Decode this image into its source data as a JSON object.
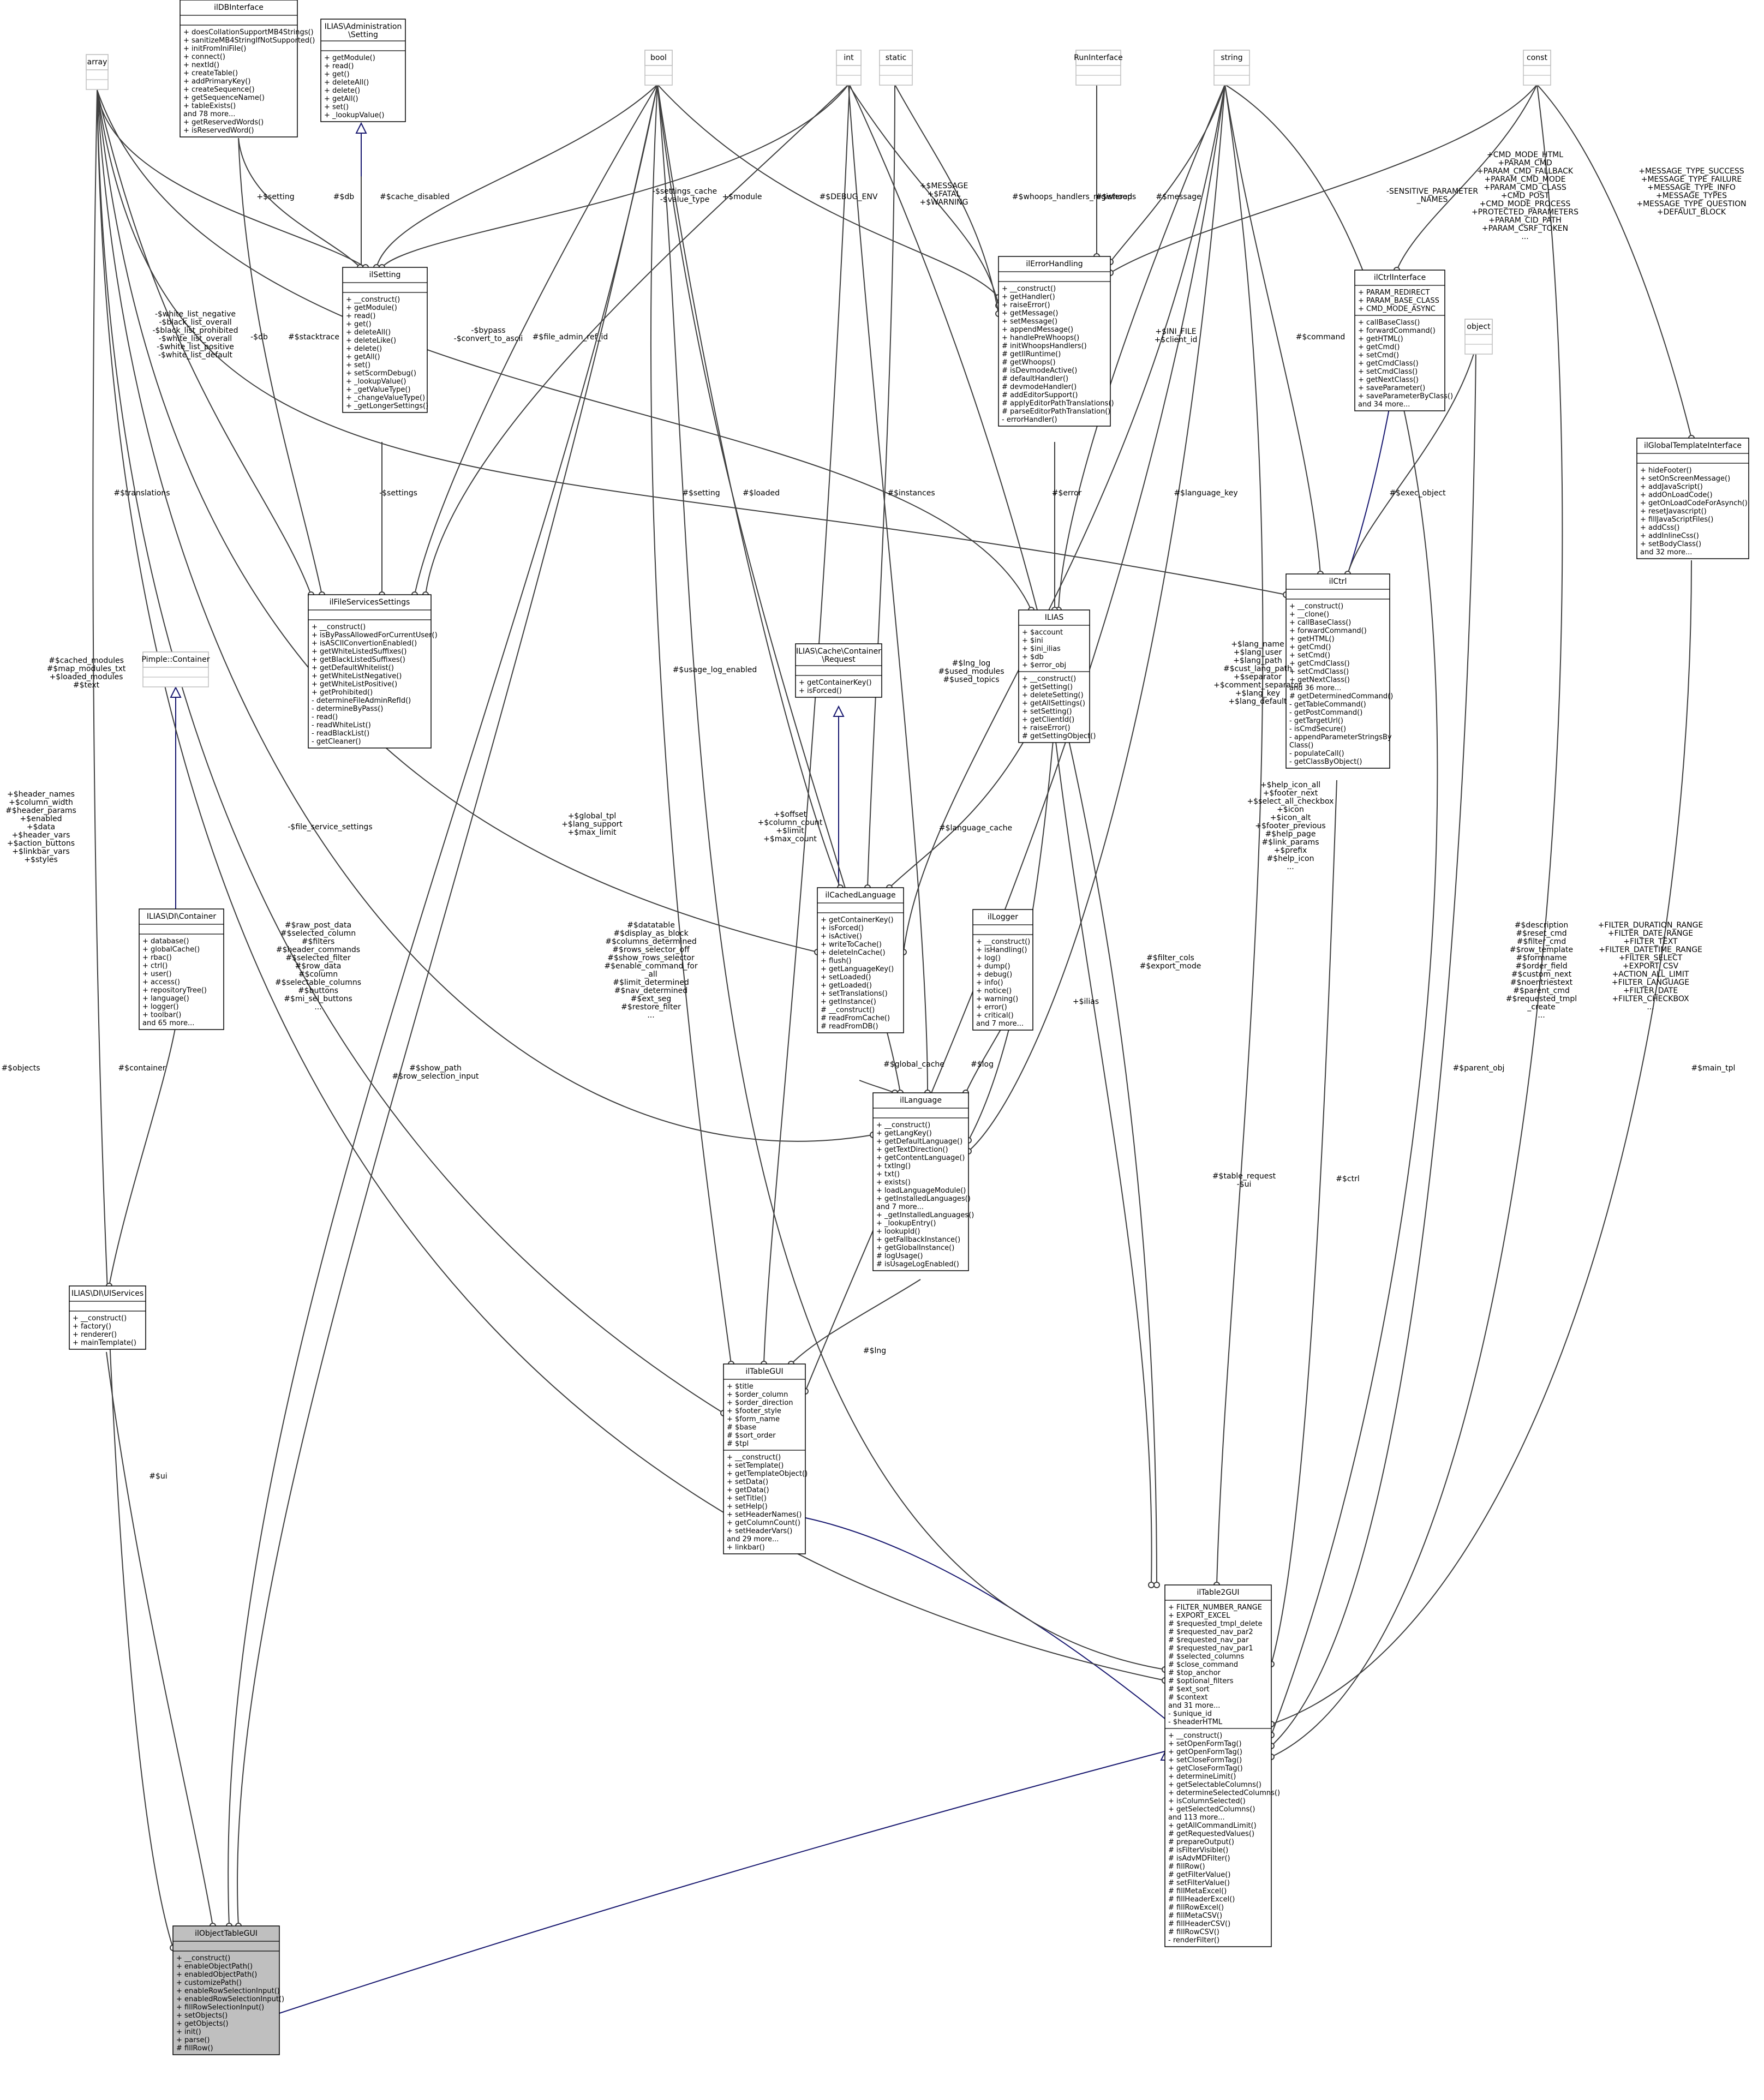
{
  "classes": {
    "array": {
      "name": "array",
      "attrs": [],
      "methods": []
    },
    "ilDBInterface": {
      "name": "ilDBInterface",
      "attrs": [],
      "methods": [
        "+ doesCollationSupportMB4Strings()",
        "+ sanitizeMB4StringIfNotSupported()",
        "+ initFromIniFile()",
        "+ connect()",
        "+ nextId()",
        "+ createTable()",
        "+ addPrimaryKey()",
        "+ createSequence()",
        "+ getSequenceName()",
        "+ tableExists()",
        "and 78 more...",
        "+ getReservedWords()",
        "+ isReservedWord()"
      ]
    },
    "ILIAS_Administration_Setting": {
      "name": "ILIAS\\Administration\\Setting",
      "attrs": [],
      "methods": [
        "+ getModule()",
        "+ read()",
        "+ get()",
        "+ deleteAll()",
        "+ delete()",
        "+ getAll()",
        "+ set()",
        "+ _lookupValue()"
      ]
    },
    "bool": {
      "name": "bool",
      "attrs": [],
      "methods": []
    },
    "int": {
      "name": "int",
      "attrs": [],
      "methods": []
    },
    "static": {
      "name": "static",
      "attrs": [],
      "methods": []
    },
    "RunInterface": {
      "name": "RunInterface",
      "attrs": [],
      "methods": []
    },
    "string": {
      "name": "string",
      "attrs": [],
      "methods": []
    },
    "const": {
      "name": "const",
      "attrs": [],
      "methods": []
    },
    "ilSetting": {
      "name": "ilSetting",
      "attrs": [],
      "methods": [
        "+ __construct()",
        "+ getModule()",
        "+ read()",
        "+ get()",
        "+ deleteAll()",
        "+ deleteLike()",
        "+ delete()",
        "+ getAll()",
        "+ set()",
        "+ setScormDebug()",
        "+ _lookupValue()",
        "+ _getValueType()",
        "+ _changeValueType()",
        "+ _getLongerSettings()"
      ]
    },
    "ilErrorHandling": {
      "name": "ilErrorHandling",
      "attrs": [],
      "methods": [
        "+ __construct()",
        "+ getHandler()",
        "+ raiseError()",
        "+ getMessage()",
        "+ setMessage()",
        "+ appendMessage()",
        "+ handlePreWhoops()",
        "# initWhoopsHandlers()",
        "# getIlRuntime()",
        "# getWhoops()",
        "# isDevmodeActive()",
        "# defaultHandler()",
        "# devmodeHandler()",
        "# addEditorSupport()",
        "# applyEditorPathTranslations()",
        "# parseEditorPathTranslation()",
        "- errorHandler()"
      ]
    },
    "ilCtrlInterface": {
      "name": "ilCtrlInterface",
      "attrs": [
        "+ PARAM_REDIRECT",
        "+ PARAM_BASE_CLASS",
        "+ CMD_MODE_ASYNC"
      ],
      "methods": [
        "+ callBaseClass()",
        "+ forwardCommand()",
        "+ getHTML()",
        "+ getCmd()",
        "+ setCmd()",
        "+ getCmdClass()",
        "+ setCmdClass()",
        "+ getNextClass()",
        "+ saveParameter()",
        "+ saveParameterByClass()",
        "and 34 more..."
      ]
    },
    "object": {
      "name": "object",
      "attrs": [],
      "methods": []
    },
    "ilGlobalTemplateInterface": {
      "name": "ilGlobalTemplateInterface",
      "attrs": [],
      "methods": [
        "+ hideFooter()",
        "+ setOnScreenMessage()",
        "+ addJavaScript()",
        "+ addOnLoadCode()",
        "+ getOnLoadCodeForAsynch()",
        "+ resetJavascript()",
        "+ fillJavaScriptFiles()",
        "+ addCss()",
        "+ addInlineCss()",
        "+ setBodyClass()",
        "and 32 more..."
      ]
    },
    "ilFileServicesSettings": {
      "name": "ilFileServicesSettings",
      "attrs": [],
      "methods": [
        "+ __construct()",
        "+ isByPassAllowedForCurrentUser()",
        "+ isASCIIConvertionEnabled()",
        "+ getWhiteListedSuffixes()",
        "+ getBlackListedSuffixes()",
        "+ getDefaultWhitelist()",
        "+ getWhiteListNegative()",
        "+ getWhiteListPositive()",
        "+ getProhibited()",
        "- determineFileAdminRefId()",
        "- determineByPass()",
        "- read()",
        "- readWhiteList()",
        "- readBlackList()",
        "- getCleaner()"
      ]
    },
    "Pimple_Container": {
      "name": "Pimple::Container",
      "attrs": [],
      "methods": []
    },
    "ILIAS_Cache_Container_Request": {
      "name": "ILIAS\\Cache\\Container\\Request",
      "attrs": [],
      "methods": [
        "+ getContainerKey()",
        "+ isForced()"
      ]
    },
    "ILIAS": {
      "name": "ILIAS",
      "attrs": [
        "+ $account",
        "+ $ini",
        "+ $ini_ilias",
        "+ $db",
        "+ $error_obj"
      ],
      "methods": [
        "+ __construct()",
        "+ getSetting()",
        "+ deleteSetting()",
        "+ getAllSettings()",
        "+ setSetting()",
        "+ getClientId()",
        "+ raiseError()",
        "# getSettingObject()"
      ]
    },
    "ilCtrl": {
      "name": "ilCtrl",
      "attrs": [],
      "methods": [
        "+ __construct()",
        "+ __clone()",
        "+ callBaseClass()",
        "+ forwardCommand()",
        "+ getHTML()",
        "+ getCmd()",
        "+ setCmd()",
        "+ getCmdClass()",
        "+ setCmdClass()",
        "+ getNextClass()",
        "and 36 more...",
        "# getDeterminedCommand()",
        "- getTableCommand()",
        "- getPostCommand()",
        "- getTargetUrl()",
        "- isCmdSecure()",
        "- appendParameterStringsBy",
        "Class()",
        "- populateCall()",
        "- getClassByObject()"
      ]
    },
    "ILIAS_DI_Container": {
      "name": "ILIAS\\DI\\Container",
      "attrs": [],
      "methods": [
        "+ database()",
        "+ globalCache()",
        "+ rbac()",
        "+ ctrl()",
        "+ user()",
        "+ access()",
        "+ repositoryTree()",
        "+ language()",
        "+ logger()",
        "+ toolbar()",
        "and 65 more..."
      ]
    },
    "ilCachedLanguage": {
      "name": "ilCachedLanguage",
      "attrs": [],
      "methods": [
        "+ getContainerKey()",
        "+ isForced()",
        "+ isActive()",
        "+ writeToCache()",
        "+ deleteInCache()",
        "+ flush()",
        "+ getLanguageKey()",
        "+ setLoaded()",
        "+ getLoaded()",
        "+ setTranslations()",
        "+ getInstance()",
        "# __construct()",
        "# readFromCache()",
        "# readFromDB()"
      ]
    },
    "ilLogger": {
      "name": "ilLogger",
      "attrs": [],
      "methods": [
        "+ __construct()",
        "+ isHandling()",
        "+ log()",
        "+ dump()",
        "+ debug()",
        "+ info()",
        "+ notice()",
        "+ warning()",
        "+ error()",
        "+ critical()",
        "and 7 more..."
      ]
    },
    "ilLanguage": {
      "name": "ilLanguage",
      "attrs": [],
      "methods": [
        "+ __construct()",
        "+ getLangKey()",
        "+ getDefaultLanguage()",
        "+ getTextDirection()",
        "+ getContentLanguage()",
        "+ txtlng()",
        "+ txt()",
        "+ exists()",
        "+ loadLanguageModule()",
        "+ getInstalledLanguages()",
        "and 7 more...",
        "+ _getInstalledLanguages()",
        "+ _lookupEntry()",
        "+ lookupId()",
        "+ getFallbackInstance()",
        "+ getGlobalInstance()",
        "# logUsage()",
        "# isUsageLogEnabled()"
      ]
    },
    "ILIAS_DI_UIServices": {
      "name": "ILIAS\\DI\\UIServices",
      "attrs": [],
      "methods": [
        "+ __construct()",
        "+ factory()",
        "+ renderer()",
        "+ mainTemplate()"
      ]
    },
    "ilTableGUI": {
      "name": "ilTableGUI",
      "attrs": [
        "+ $title",
        "+ $order_column",
        "+ $order_direction",
        "+ $footer_style",
        "+ $form_name",
        "# $base",
        "# $sort_order",
        "# $tpl"
      ],
      "methods": [
        "+ __construct()",
        "+ setTemplate()",
        "+ getTemplateObject()",
        "+ setData()",
        "+ getData()",
        "+ setTitle()",
        "+ setHelp()",
        "+ setHeaderNames()",
        "+ getColumnCount()",
        "+ setHeaderVars()",
        "and 29 more...",
        "+ linkbar()"
      ]
    },
    "ilTable2GUI": {
      "name": "ilTable2GUI",
      "attrs": [
        "+ FILTER_NUMBER_RANGE",
        "+ EXPORT_EXCEL",
        "# $requested_tmpl_delete",
        "# $requested_nav_par2",
        "# $requested_nav_par",
        "# $requested_nav_par1",
        "# $selected_columns",
        "# $close_command",
        "# $top_anchor",
        "# $optional_filters",
        "# $ext_sort",
        "# $context",
        "and 31 more...",
        "- $unique_id",
        "- $headerHTML"
      ],
      "methods": [
        "+ __construct()",
        "+ setOpenFormTag()",
        "+ getOpenFormTag()",
        "+ setCloseFormTag()",
        "+ getCloseFormTag()",
        "+ determineLimit()",
        "+ getSelectableColumns()",
        "+ determineSelectedColumns()",
        "+ isColumnSelected()",
        "+ getSelectedColumns()",
        "and 113 more...",
        "+ getAllCommandLimit()",
        "# getRequestedValues()",
        "# prepareOutput()",
        "# isFilterVisible()",
        "# isAdvMDFilter()",
        "# fillRow()",
        "# getFilterValue()",
        "# setFilterValue()",
        "# fillMetaExcel()",
        "# fillHeaderExcel()",
        "# fillRowExcel()",
        "# fillMetaCSV()",
        "# fillHeaderCSV()",
        "# fillRowCSV()",
        "- renderFilter()"
      ]
    },
    "ilObjectTableGUI": {
      "name": "ilObjectTableGUI",
      "attrs": [],
      "methods": [
        "+ __construct()",
        "+ enableObjectPath()",
        "+ enabledObjectPath()",
        "+ customizePath()",
        "+ enableRowSelectionInput()",
        "+ enabledRowSelectionInput()",
        "+ fillRowSelectionInput()",
        "+ setObjects()",
        "+ getObjects()",
        "+ init()",
        "+ parse()",
        "# fillRow()"
      ]
    }
  },
  "edge_labels": {
    "setting": [
      "+$setting"
    ],
    "db": [
      "#$db"
    ],
    "cache_disabled": [
      "#$cache_disabled"
    ],
    "settings_cache": [
      "-$settings_cache",
      "-$value_type"
    ],
    "module": [
      "+$module"
    ],
    "debug_env": [
      "#$DEBUG_ENV"
    ],
    "message_fatal": [
      "+$MESSAGE",
      "+$FATAL",
      "+$WARNING"
    ],
    "whoops_handlers": [
      "#$whoops_handlers_registered"
    ],
    "whoops": [
      "#$whoops"
    ],
    "message": [
      "#$message"
    ],
    "sensitive": [
      "-SENSITIVE_PARAMETER",
      "_NAMES"
    ],
    "cmd_mode": [
      "+CMD_MODE_HTML",
      "+PARAM_CMD",
      "+PARAM_CMD_FALLBACK",
      "+PARAM_CMD_MODE",
      "+PARAM_CMD_CLASS",
      "+CMD_POST",
      "+CMD_MODE_PROCESS",
      "+PROTECTED_PARAMETERS",
      "+PARAM_CID_PATH",
      "+PARAM_CSRF_TOKEN",
      "..."
    ],
    "message_type": [
      "+MESSAGE_TYPE_SUCCESS",
      "+MESSAGE_TYPE_FAILURE",
      "+MESSAGE_TYPE_INFO",
      "+MESSAGE_TYPES",
      "+MESSAGE_TYPE_QUESTION",
      "+DEFAULT_BLOCK"
    ],
    "white_list": [
      "-$white_list_negative",
      "-$black_list_overall",
      "-$black_list_prohibited",
      "-$white_list_overall",
      "-$white_list_positive",
      "-$white_list_default"
    ],
    "db2": [
      "-$db"
    ],
    "stacktrace": [
      "#$stacktrace"
    ],
    "bypass": [
      "-$bypass",
      "-$convert_to_ascii"
    ],
    "file_admin_ref_id": [
      "#$file_admin_ref_id"
    ],
    "ini_file": [
      "+$INI_FILE",
      "+$client_id"
    ],
    "command": [
      "#$command"
    ],
    "settings": [
      "-$settings"
    ],
    "translations": [
      "#$translations"
    ],
    "setting2": [
      "#$setting"
    ],
    "loaded": [
      "#$loaded"
    ],
    "instances": [
      "#$instances"
    ],
    "error": [
      "#$error"
    ],
    "language_key": [
      "#$language_key"
    ],
    "exec_object": [
      "#$exec_object"
    ],
    "usage_log_enabled": [
      "#$usage_log_enabled"
    ],
    "lng_log": [
      "#$lng_log",
      "#$used_modules",
      "#$used_topics"
    ],
    "lang_name": [
      "+$lang_name",
      "+$lang_user",
      "+$lang_path",
      "#$cust_lang_path",
      "+$separator",
      "+$comment_separator",
      "+$lang_key",
      "+$lang_default"
    ],
    "cached_modules": [
      "#$cached_modules",
      "#$map_modules_txt",
      "+$loaded_modules",
      "#$text"
    ],
    "file_service_settings": [
      "-$file_service_settings"
    ],
    "header_names": [
      "+$header_names",
      "+$column_width",
      "#$header_params",
      "+$enabled",
      "+$data",
      "+$header_vars",
      "+$action_buttons",
      "+$linkbar_vars",
      "+$styles"
    ],
    "global_tpl": [
      "+$global_tpl",
      "+$lang_support",
      "+$max_limit"
    ],
    "offset": [
      "+$offset",
      "+$column_count",
      "+$limit",
      "+$max_count"
    ],
    "language_cache": [
      "#$language_cache"
    ],
    "help_icon": [
      "+$help_icon_all",
      "+$footer_next",
      "+$select_all_checkbox",
      "+$icon",
      "+$icon_alt",
      "+$footer_previous",
      "#$help_page",
      "#$link_params",
      "+$prefix",
      "#$help_icon",
      "..."
    ],
    "raw_post_data": [
      "#$raw_post_data",
      "#$selected_column",
      "#$filters",
      "#$header_commands",
      "#$selected_filter",
      "#$row_data",
      "#$column",
      "#$selectable_columns",
      "#$buttons",
      "#$mi_sel_buttons",
      "..."
    ],
    "datatable": [
      "#$datatable",
      "#$display_as_block",
      "#$columns_determined",
      "#$rows_selector_off",
      "#$show_rows_selector",
      "#$enable_command_for",
      "_all",
      "#$limit_determined",
      "#$nav_determined",
      "#$ext_seg",
      "#$restore_filter",
      "..."
    ],
    "ilias": [
      "+$ilias"
    ],
    "global_cache": [
      "#$global_cache"
    ],
    "log": [
      "#$log"
    ],
    "filter_cols": [
      "#$filter_cols",
      "#$export_mode"
    ],
    "description": [
      "#$description",
      "#$reset_cmd",
      "#$filter_cmd",
      "#$row_template",
      "#$formname",
      "#$order_field",
      "#$custom_next",
      "#$noentriestext",
      "#$parent_cmd",
      "#$requested_tmpl",
      "_create",
      "..."
    ],
    "filter_duration": [
      "+FILTER_DURATION_RANGE",
      "+FILTER_DATE_RANGE",
      "+FILTER_TEXT",
      "+FILTER_DATETIME_RANGE",
      "+FILTER_SELECT",
      "+EXPORT_CSV",
      "+ACTION_ALL_LIMIT",
      "+FILTER_LANGUAGE",
      "+FILTER_DATE",
      "+FILTER_CHECKBOX",
      "..."
    ],
    "show_path": [
      "#$show_path",
      "#$row_selection_input"
    ],
    "container": [
      "#$container"
    ],
    "lng": [
      "#$lng"
    ],
    "table_request": [
      "#$table_request",
      "-$ui"
    ],
    "ctrl": [
      "#$ctrl"
    ],
    "parent_obj": [
      "#$parent_obj"
    ],
    "main_tpl": [
      "#$main_tpl"
    ],
    "objects": [
      "#$objects"
    ],
    "ui": [
      "#$ui"
    ]
  }
}
